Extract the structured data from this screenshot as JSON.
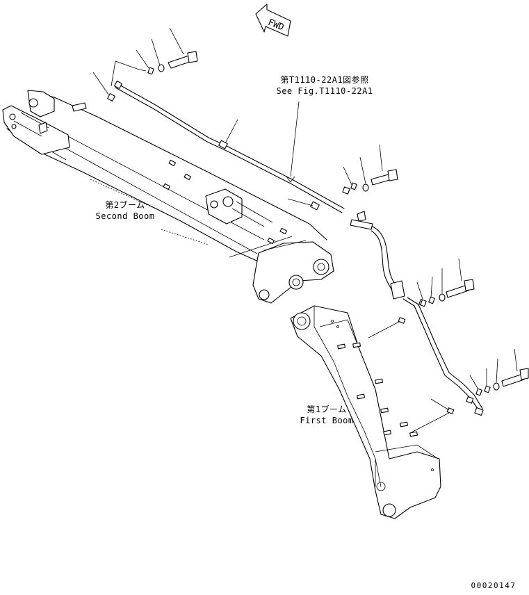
{
  "fwd_label": "FWD",
  "reference": {
    "jp": "第T1110-22A1図参照",
    "en": "See Fig.T1110-22A1"
  },
  "second_boom": {
    "jp": "第2ブーム",
    "en": "Second Boom"
  },
  "first_boom": {
    "jp": "第1ブーム",
    "en": "First Boom"
  },
  "drawing_number": "00020147"
}
